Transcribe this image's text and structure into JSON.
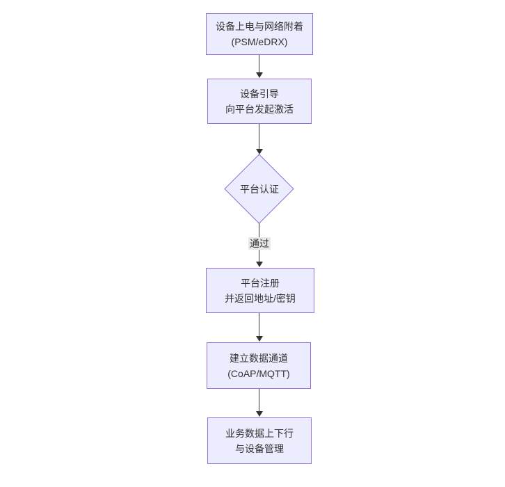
{
  "diagram": {
    "type": "flowchart",
    "direction": "top-down",
    "nodes": [
      {
        "id": "power",
        "shape": "rect",
        "label_lines": [
          "设备上电与网络附着",
          "(PSM/eDRX)"
        ]
      },
      {
        "id": "bootstrap",
        "shape": "rect",
        "label_lines": [
          "设备引导",
          "向平台发起激活"
        ]
      },
      {
        "id": "auth",
        "shape": "diamond",
        "label_lines": [
          "平台认证"
        ]
      },
      {
        "id": "register",
        "shape": "rect",
        "label_lines": [
          "平台注册",
          "并返回地址/密钥"
        ]
      },
      {
        "id": "channel",
        "shape": "rect",
        "label_lines": [
          "建立数据通道",
          "(CoAP/MQTT)"
        ]
      },
      {
        "id": "business",
        "shape": "rect",
        "label_lines": [
          "业务数据上下行",
          "与设备管理"
        ]
      }
    ],
    "edges": [
      {
        "from": "power",
        "to": "bootstrap",
        "label": ""
      },
      {
        "from": "bootstrap",
        "to": "auth",
        "label": ""
      },
      {
        "from": "auth",
        "to": "register",
        "label": "通过"
      },
      {
        "from": "register",
        "to": "channel",
        "label": ""
      },
      {
        "from": "channel",
        "to": "business",
        "label": ""
      }
    ],
    "colors": {
      "background": "#ffffff",
      "node_fill": "#ECECFF",
      "node_border": "#9370DB",
      "text": "#333333",
      "edge_line": "#333333",
      "edge_label_bg": "#e8e8e8"
    }
  }
}
